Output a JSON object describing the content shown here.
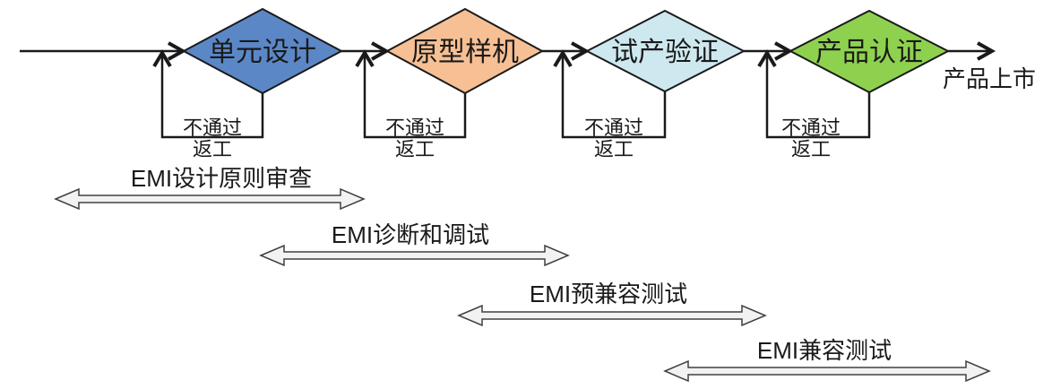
{
  "flow": {
    "stages": [
      {
        "label": "单元设计",
        "color": "#5b87c6"
      },
      {
        "label": "原型样机",
        "color": "#f6c094"
      },
      {
        "label": "试产验证",
        "color": "#cee8ef"
      },
      {
        "label": "产品认证",
        "color": "#8ed14f"
      }
    ],
    "fail_label": "不通过",
    "rework_label": "返工",
    "end_label": "产品上市"
  },
  "emi_phases": [
    {
      "label": "EMI设计原则审查"
    },
    {
      "label": "EMI诊断和调试"
    },
    {
      "label": "EMI预兼容测试"
    },
    {
      "label": "EMI兼容测试"
    }
  ],
  "colors": {
    "line": "#1a1a1a",
    "text": "#1a1a1a",
    "phase_arrow_fill": "#f2f2f2",
    "phase_arrow_stroke": "#404040",
    "background": "#ffffff"
  }
}
